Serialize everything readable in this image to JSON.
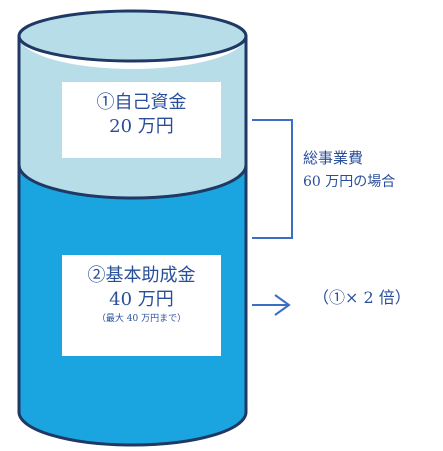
{
  "own_funds": {
    "title": "①自己資金",
    "amount": "20 万円"
  },
  "basic_grant": {
    "title": "②基本助成金",
    "amount": "40 万円",
    "note": "（最大 40 万円まで）"
  },
  "total_project_cost": {
    "title": "総事業費",
    "amount": "60 万円の場合"
  },
  "ratio": {
    "label": "（①× 2 倍）"
  },
  "colors": {
    "top_fill": "#b7dde8",
    "bottom_fill": "#1aa5e0",
    "outline": "#1f3864",
    "bracket": "#3a6fc4",
    "text": "#2a4f9a"
  }
}
